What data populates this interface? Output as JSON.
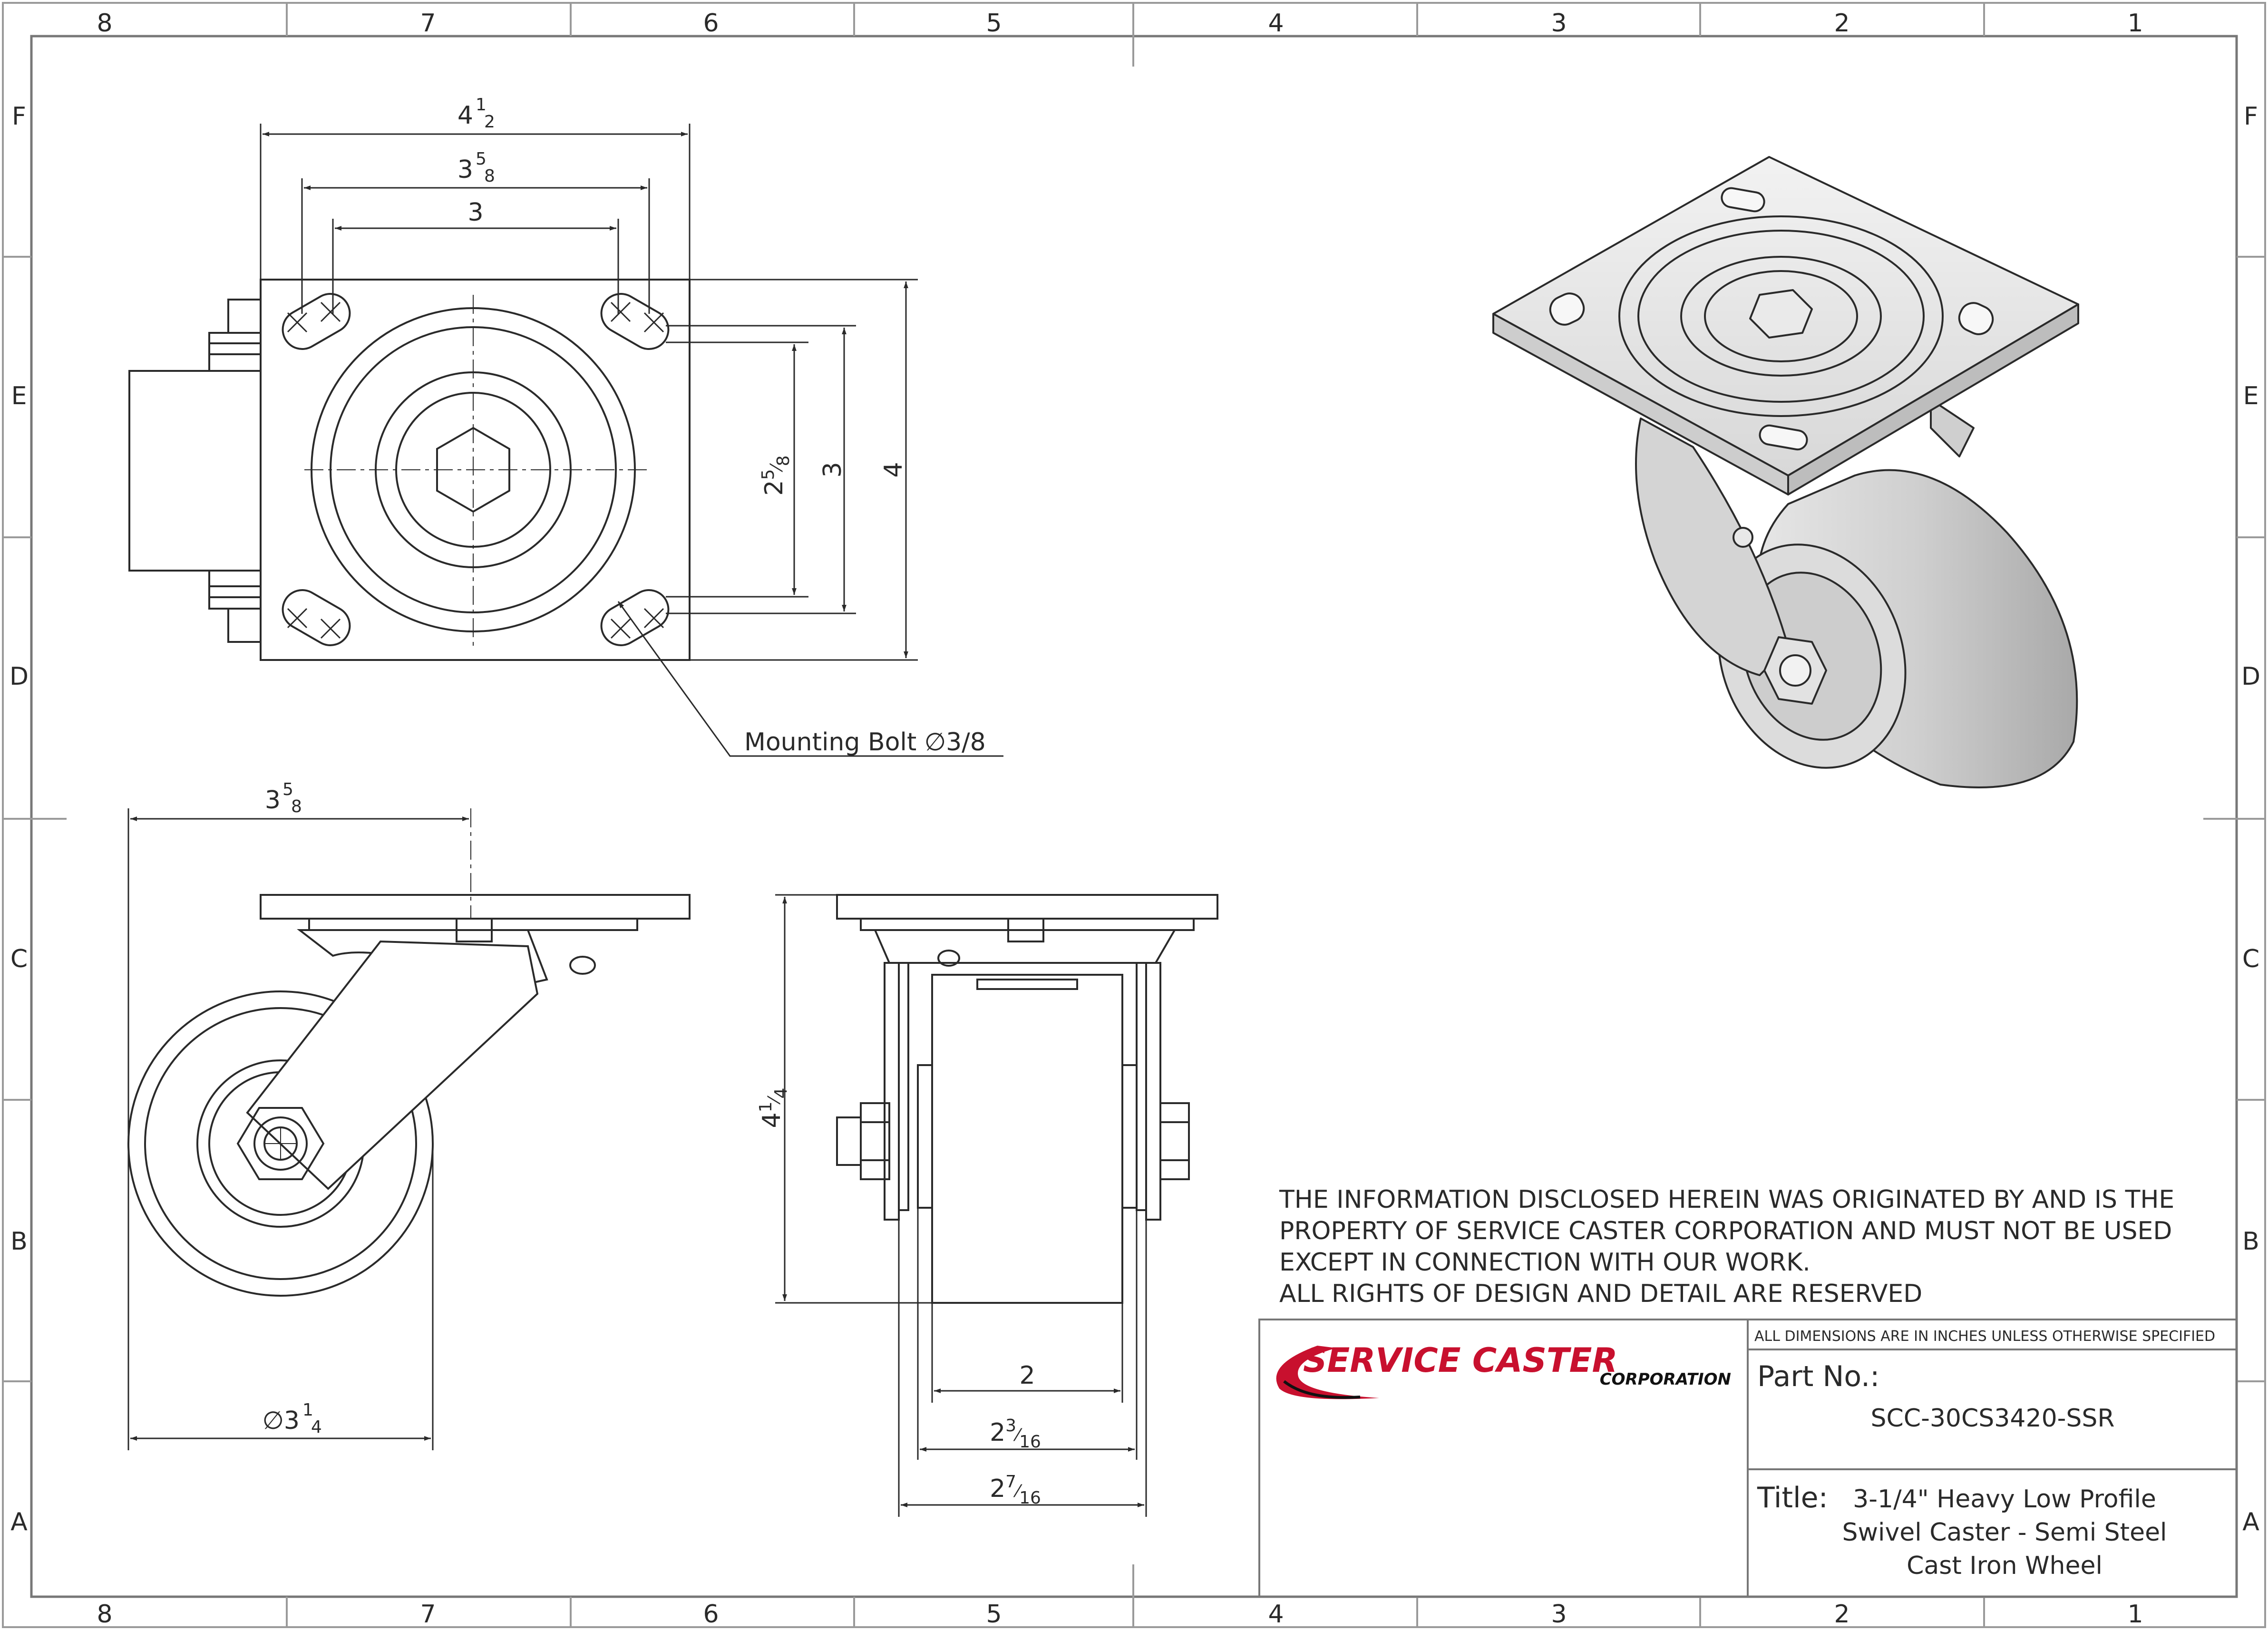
{
  "frame": {
    "columns": [
      "8",
      "7",
      "6",
      "5",
      "4",
      "3",
      "2",
      "1"
    ],
    "rows": [
      "F",
      "E",
      "D",
      "C",
      "B",
      "A"
    ]
  },
  "top_view": {
    "dims": {
      "overall_width": {
        "whole": "4",
        "num": "1",
        "den": "2"
      },
      "bolt_outer": {
        "whole": "3",
        "num": "5",
        "den": "8"
      },
      "bolt_inner": "3",
      "slot_inner": {
        "whole": "2",
        "num": "5",
        "den": "8"
      },
      "slot_outer": "3",
      "overall_length": "4"
    },
    "callout": "Mounting Bolt",
    "callout_size": "∅3/8"
  },
  "side_view": {
    "offset": {
      "whole": "3",
      "num": "5",
      "den": "8"
    },
    "wheel_diameter": {
      "prefix": "∅",
      "whole": "3",
      "num": "1",
      "den": "4"
    }
  },
  "front_view": {
    "height": {
      "whole": "4",
      "num": "1",
      "den": "4"
    },
    "wheel_width": "2",
    "hub_length": {
      "whole": "2",
      "num": "3",
      "den": "16"
    },
    "leg_width": {
      "whole": "2",
      "num": "7",
      "den": "16"
    }
  },
  "notice": [
    "THE INFORMATION DISCLOSED HEREIN WAS ORIGINATED BY AND IS THE",
    "PROPERTY OF SERVICE CASTER CORPORATION AND MUST NOT BE USED",
    "EXCEPT IN CONNECTION WITH OUR WORK.",
    "ALL RIGHTS OF DESIGN AND DETAIL ARE RESERVED"
  ],
  "title_block": {
    "logo_main": "SERVICE CASTER",
    "logo_sub": "CORPORATION",
    "units_note": "ALL DIMENSIONS ARE IN INCHES UNLESS OTHERWISE SPECIFIED",
    "part_label": "Part No.:",
    "part_number": "SCC-30CS3420-SSR",
    "title_label": "Title:",
    "title_lines": [
      "3-1/4\" Heavy Low Profile",
      "Swivel Caster - Semi Steel",
      "Cast Iron Wheel"
    ]
  },
  "colors": {
    "line": "#2a2a2a",
    "logo_red": "#c8102e",
    "logo_black": "#111111",
    "frame_grey": "#9a9a9a"
  }
}
